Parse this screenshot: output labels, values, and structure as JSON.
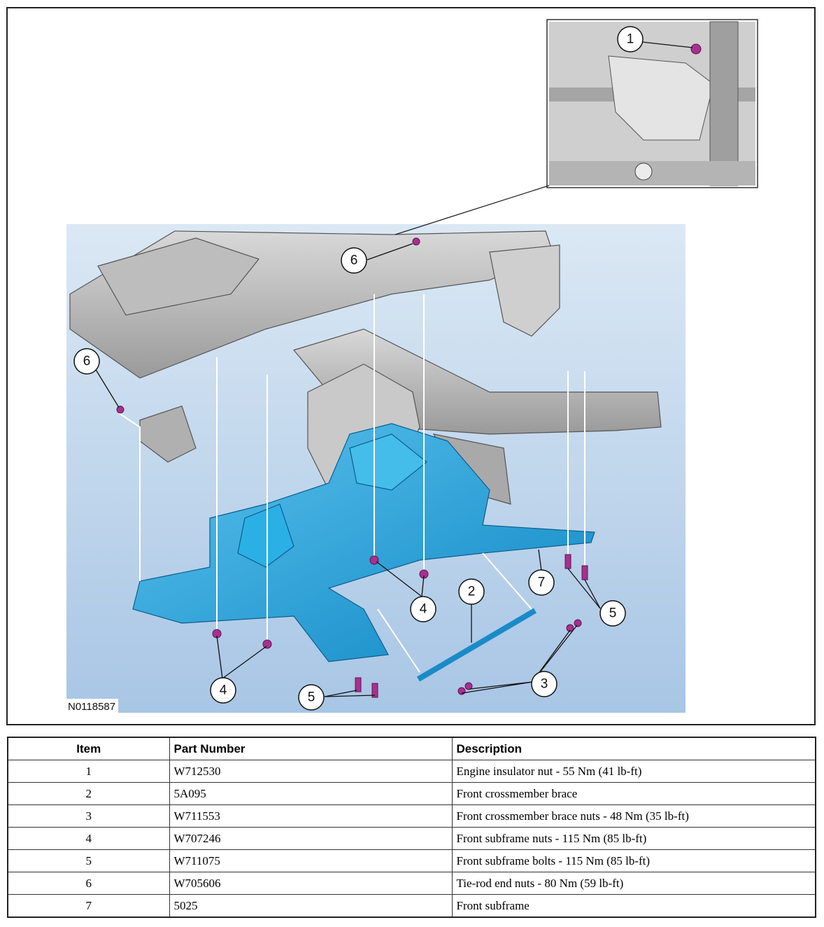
{
  "figure": {
    "id": "N0118587",
    "callouts": [
      {
        "num": "1"
      },
      {
        "num": "2"
      },
      {
        "num": "3"
      },
      {
        "num": "4"
      },
      {
        "num": "5"
      },
      {
        "num": "6"
      },
      {
        "num": "7"
      }
    ]
  },
  "table": {
    "headers": [
      "Item",
      "Part Number",
      "Description"
    ],
    "rows": [
      [
        "1",
        "W712530",
        "Engine insulator nut - 55 Nm (41 lb-ft)"
      ],
      [
        "2",
        "5A095",
        "Front crossmember brace"
      ],
      [
        "3",
        "W711553",
        "Front crossmember brace nuts - 48 Nm (35 lb-ft)"
      ],
      [
        "4",
        "W707246",
        "Front subframe nuts - 115 Nm (85 lb-ft)"
      ],
      [
        "5",
        "W711075",
        "Front subframe bolts - 115 Nm (85 lb-ft)"
      ],
      [
        "6",
        "W705606",
        "Tie-rod end nuts - 80 Nm (59 lb-ft)"
      ],
      [
        "7",
        "5025",
        "Front subframe"
      ]
    ]
  },
  "colors": {
    "subframe": "#1fa3dc",
    "fastener": "#a8308f",
    "frame_gray": "#b9b9b9",
    "background_top": "#d7e6f3",
    "background_bottom": "#a9c7e6"
  }
}
